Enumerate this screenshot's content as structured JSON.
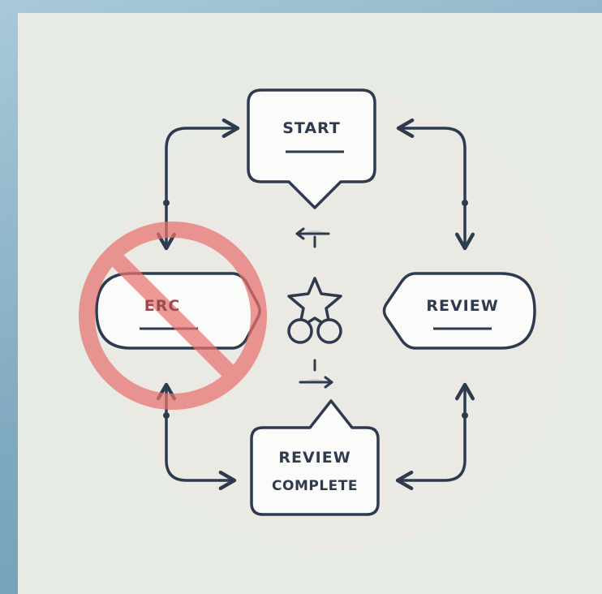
{
  "nodes": {
    "start": {
      "label": "START"
    },
    "erc": {
      "label": "ERC"
    },
    "review": {
      "label": "REVIEW"
    },
    "review_complete": {
      "line1": "REVIEW",
      "line2": "COMPLETE"
    }
  },
  "colors": {
    "stroke": "#2e3a4e",
    "node_fill": "#fbfbf9",
    "prohibit_red": "#e8736f",
    "card": "#e6ebe6",
    "halo": "#ebe9e3"
  },
  "icons": [
    "prohibited-sign-icon",
    "star-icon",
    "double-arrow-icon"
  ]
}
